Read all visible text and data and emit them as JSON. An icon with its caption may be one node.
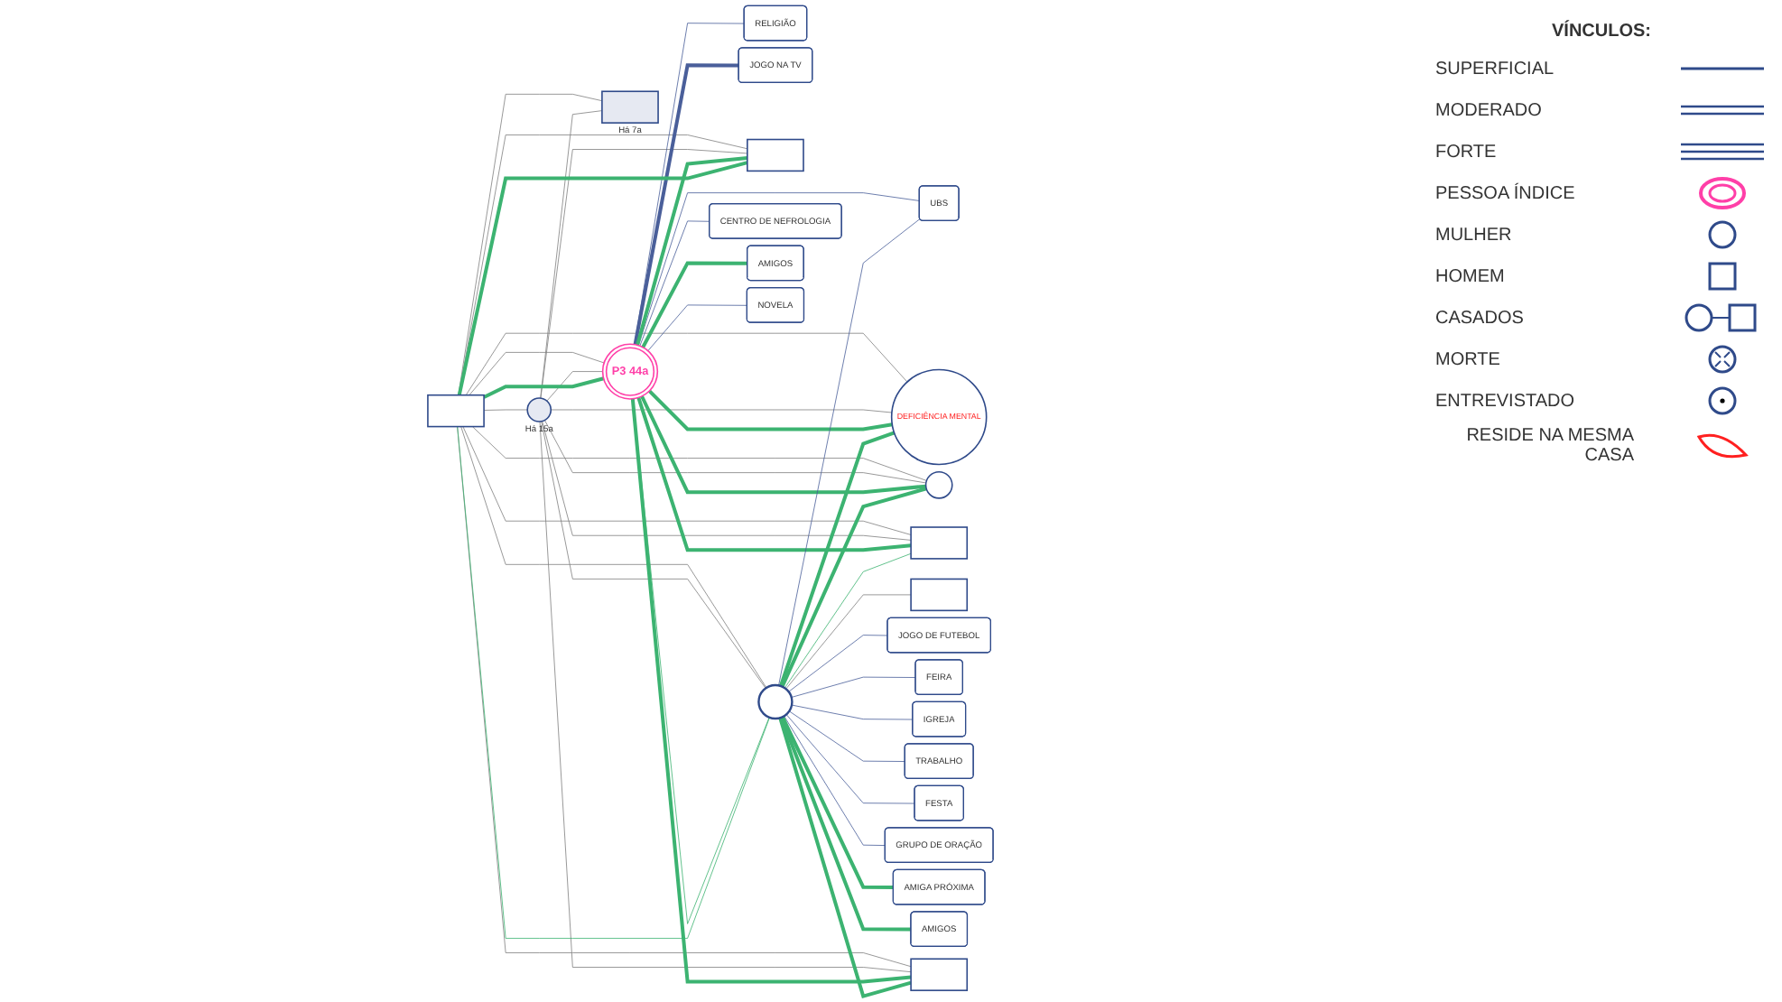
{
  "diagram": {
    "nodes": [
      {
        "text": [
          "RELIGIÃO"
        ]
      },
      {
        "text": [
          "JOGO NA TV"
        ]
      },
      {
        "text": [],
        "shape": "box"
      },
      {
        "text": [],
        "shape": "circle",
        "beside": [
          "Há 15a"
        ]
      },
      {
        "text": [
          "AMIGA PRÓXIMA"
        ]
      },
      {
        "text": [
          "GRUPO DE ORAÇÃO"
        ]
      },
      {
        "text": [
          "AMIGOS"
        ]
      },
      {
        "text": [
          "P3 44a"
        ]
      },
      {
        "text": [],
        "shape": "box",
        "beside": [
          "Há 7a"
        ]
      },
      {
        "text": [
          "DEFICIÊNCIA MENTAL"
        ]
      },
      {
        "text": [],
        "shape": "circle"
      },
      {
        "text": [],
        "shape": "box"
      },
      {
        "text": [],
        "shape": "box"
      },
      {
        "text": [],
        "shape": "box"
      },
      {
        "text": [
          "JOGO DE FUTEBOL"
        ]
      },
      {
        "text": [],
        "shape": "circle"
      },
      {
        "text": [],
        "shape": "box"
      },
      {
        "text": [
          "CENTRO DE NEFROLOGIA"
        ]
      },
      {
        "text": [
          "IGREJA"
        ]
      },
      {
        "text": [
          "FESTA"
        ]
      },
      {
        "text": [
          "AMIGOS"
        ]
      },
      {
        "text": [
          "FEIRA"
        ]
      },
      {
        "text": [
          "TRABALHO"
        ]
      },
      {
        "text": [
          "NOVELA"
        ]
      },
      {
        "text": [
          "UBS"
        ]
      }
    ],
    "edges": [
      {
        "from": 2,
        "to": 3,
        "arrow": "none",
        "color": "#808080"
      },
      {
        "from": 2,
        "to": 7,
        "arrow": "none",
        "color": "#808080"
      },
      {
        "from": 3,
        "to": 7,
        "arrow": "none",
        "color": "#808080"
      },
      {
        "from": 2,
        "to": 8,
        "arrow": "none",
        "color": "#808080"
      },
      {
        "from": 3,
        "to": 8,
        "arrow": "none",
        "color": "#808080"
      },
      {
        "from": 2,
        "to": 9,
        "arrow": "none",
        "color": "#808080"
      },
      {
        "from": 3,
        "to": 9,
        "arrow": "none",
        "color": "#808080"
      },
      {
        "from": 2,
        "to": 10,
        "arrow": "none",
        "color": "#808080"
      },
      {
        "from": 3,
        "to": 10,
        "arrow": "none",
        "color": "#808080"
      },
      {
        "from": 2,
        "to": 11,
        "arrow": "none",
        "color": "#808080"
      },
      {
        "from": 3,
        "to": 11,
        "arrow": "none",
        "color": "#808080"
      },
      {
        "from": 2,
        "to": 15,
        "arrow": "none",
        "color": "#808080"
      },
      {
        "from": 3,
        "to": 15,
        "arrow": "none",
        "color": "#808080"
      },
      {
        "from": 2,
        "to": 12,
        "arrow": "none",
        "color": "#808080"
      },
      {
        "from": 3,
        "to": 12,
        "arrow": "none",
        "color": "#808080"
      },
      {
        "from": 2,
        "to": 13,
        "arrow": "none",
        "color": "#808080"
      },
      {
        "from": 3,
        "to": 13,
        "arrow": "none",
        "color": "#808080"
      },
      {
        "from": 15,
        "to": 16,
        "arrow": "none",
        "color": "#808080"
      },
      {
        "from": 7,
        "to": 1,
        "arrow": "none",
        "style": "thick",
        "color": "#4a5f9a"
      },
      {
        "from": 7,
        "to": 0,
        "arrow": "none",
        "color": "#4a5f9a"
      },
      {
        "from": 7,
        "to": 23,
        "arrow": "none",
        "color": "#4a5f9a"
      },
      {
        "from": 7,
        "to": 17,
        "arrow": "none",
        "color": "#4a5f9a"
      },
      {
        "from": 7,
        "to": 24,
        "arrow": "none",
        "color": "#4a5f9a"
      },
      {
        "from": 7,
        "to": 20,
        "arrow": "none",
        "style": "thick",
        "color": "#3cb371"
      },
      {
        "from": 7,
        "to": 2,
        "arrow": "none",
        "style": "thick",
        "color": "#3cb371"
      },
      {
        "from": 7,
        "to": 9,
        "arrow": "none",
        "style": "thick",
        "color": "#3cb371"
      },
      {
        "from": 7,
        "to": 10,
        "arrow": "none",
        "style": "thick",
        "color": "#3cb371"
      },
      {
        "from": 7,
        "to": 11,
        "arrow": "none",
        "style": "thick",
        "color": "#3cb371"
      },
      {
        "from": 7,
        "to": 15,
        "arrow": "none",
        "color": "#3cb371"
      },
      {
        "from": 7,
        "to": 12,
        "arrow": "none",
        "style": "thick",
        "color": "#3cb371"
      },
      {
        "from": 7,
        "to": 13,
        "arrow": "none",
        "style": "thick",
        "color": "#3cb371"
      },
      {
        "from": 15,
        "to": 14,
        "arrow": "none",
        "color": "#4a5f9a"
      },
      {
        "from": 15,
        "to": 21,
        "arrow": "none",
        "color": "#4a5f9a"
      },
      {
        "from": 15,
        "to": 24,
        "arrow": "none",
        "color": "#4a5f9a"
      },
      {
        "from": 15,
        "to": 18,
        "arrow": "none",
        "color": "#4a5f9a"
      },
      {
        "from": 15,
        "to": 22,
        "arrow": "none",
        "color": "#4a5f9a"
      },
      {
        "from": 15,
        "to": 19,
        "arrow": "none",
        "color": "#4a5f9a"
      },
      {
        "from": 15,
        "to": 5,
        "arrow": "none",
        "color": "#4a5f9a"
      },
      {
        "from": 15,
        "to": 4,
        "arrow": "none",
        "style": "thick",
        "color": "#3cb371"
      },
      {
        "from": 15,
        "to": 6,
        "arrow": "none",
        "style": "thick",
        "color": "#3cb371"
      },
      {
        "from": 15,
        "to": 2,
        "arrow": "none",
        "color": "#3cb371"
      },
      {
        "from": 15,
        "to": 9,
        "arrow": "none",
        "style": "thick",
        "color": "#3cb371"
      },
      {
        "from": 15,
        "to": 10,
        "arrow": "none",
        "style": "thick",
        "color": "#3cb371"
      },
      {
        "from": 15,
        "to": 11,
        "arrow": "none",
        "color": "#3cb371"
      },
      {
        "from": 15,
        "to": 13,
        "arrow": "none",
        "style": "thick",
        "color": "#3cb371"
      },
      {
        "from": 2,
        "to": 12,
        "arrow": "none",
        "style": "thick",
        "color": "#3cb371"
      }
    ],
    "labels": [
      "VÍNCULOS:"
    ],
    "legend": [
      {
        "text": "SUPERFICIAL"
      },
      {
        "text": "MODERADO"
      },
      {
        "text": "FORTE"
      },
      {
        "text": "PESSOA ÍNDICE"
      },
      {
        "text": "MULHER"
      },
      {
        "text": "HOMEM"
      },
      {
        "text": "CASADOS"
      },
      {
        "text": "MORTE"
      },
      {
        "text": "ENTREVISTADO"
      },
      {
        "text": "RESIDE NA MESMA CASA"
      }
    ]
  }
}
